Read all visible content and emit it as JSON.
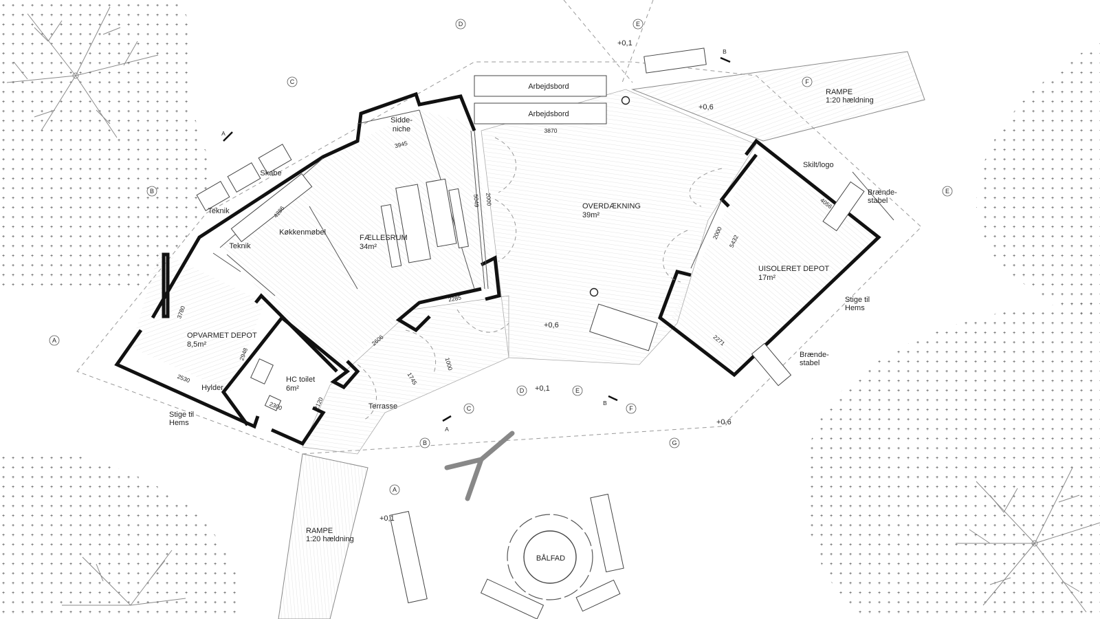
{
  "rooms": {
    "arbejdsbord_1": "Arbejdsbord",
    "arbejdsbord_2": "Arbejdsbord",
    "siddeniche_1": "Sidde-",
    "siddeniche_2": "niche",
    "skabe": "Skabe",
    "teknik_1": "Teknik",
    "teknik_2": "Teknik",
    "koekkenmoebel": "Køkkenmøbel",
    "faellesrum": "FÆLLESRUM",
    "faellesrum_area": "34m²",
    "overdaekning": "OVERDÆKNING",
    "overdaekning_area": "39m²",
    "uisoleret": "UISOLERET DEPOT",
    "uisoleret_area": "17m²",
    "opvarmet": "OPVARMET DEPOT",
    "opvarmet_area": "8,5m²",
    "hylder": "Hylder",
    "hc_toilet": "HC toilet",
    "hc_area": "6m²",
    "terrasse": "Terrasse",
    "skilt": "Skilt/logo",
    "braende_1a": "Brænde-",
    "braende_1b": "stabel",
    "braende_2a": "Brænde-",
    "braende_2b": "stabel",
    "stige_h_1": "Stige til",
    "stige_h_2": "Hems",
    "stige_l_1": "Stige til",
    "stige_l_2": "Hems",
    "rampe_ne": "RAMPE",
    "rampe_ne_slope": "1:20 hældning",
    "rampe_sw": "RAMPE",
    "rampe_sw_slope": "1:20 hældning",
    "baalfad": "BÅLFAD"
  },
  "levels": {
    "l1": "+0,1",
    "l2": "+0,6",
    "l3": "+0,6",
    "l4": "+0,1",
    "l5": "+0,6",
    "l6": "+0,1"
  },
  "dimensions": {
    "d3870": "3870",
    "d3945": "3945",
    "d5049": "5049",
    "d2000a": "2000",
    "d4286": "4286",
    "d2285": "2285",
    "d2606": "2606",
    "d1745": "1745",
    "d1000": "1000",
    "d3780": "3780",
    "d2948": "2948",
    "d2530": "2530",
    "d2300": "2300",
    "d2120": "2120",
    "d4056": "4056",
    "d5432": "5432",
    "d2000b": "2000",
    "d2271": "2271"
  },
  "grid": {
    "a1": "A",
    "a2": "A",
    "b1": "B",
    "b2": "B",
    "c1": "C",
    "c2": "C",
    "d1": "D",
    "d2": "D",
    "e1": "E",
    "e2": "E",
    "e3": "E",
    "f1": "F",
    "f2": "F",
    "g1": "G"
  },
  "sections": {
    "sa1": "A",
    "sa2": "A",
    "sb1": "B",
    "sb2": "B"
  }
}
